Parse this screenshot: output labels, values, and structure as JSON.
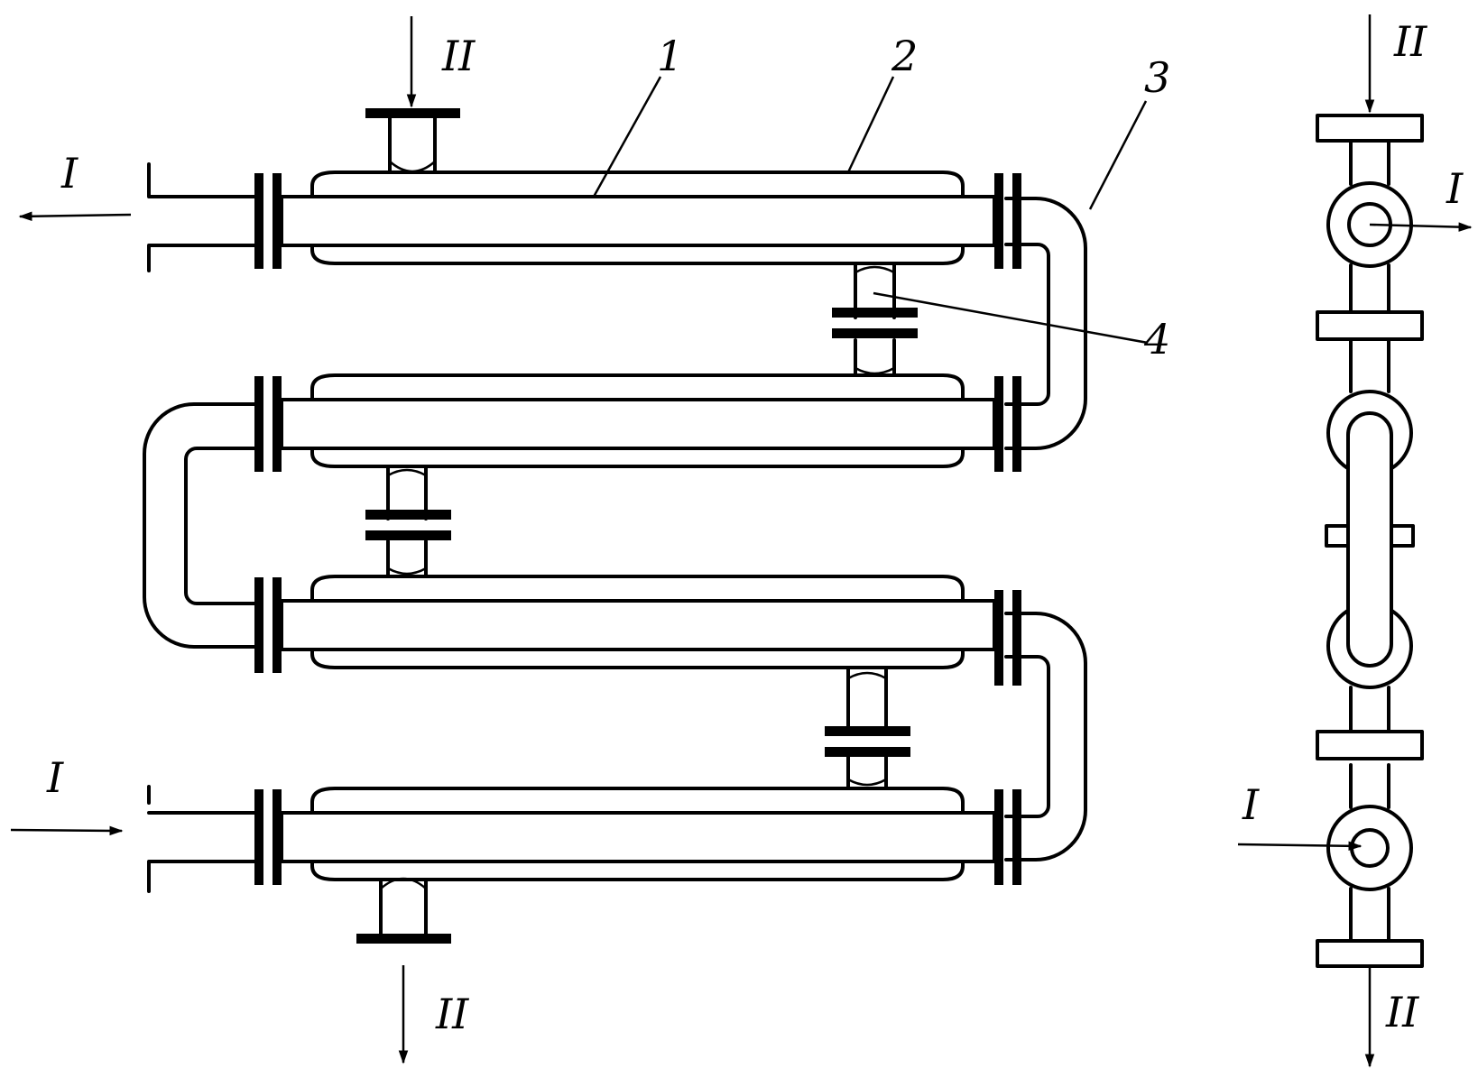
{
  "labels": {
    "stream_1": "I",
    "stream_2": "II",
    "part_1": "1",
    "part_2": "2",
    "part_3": "3",
    "part_4": "4"
  },
  "colors": {
    "stroke": "#000000",
    "background": "#ffffff"
  }
}
